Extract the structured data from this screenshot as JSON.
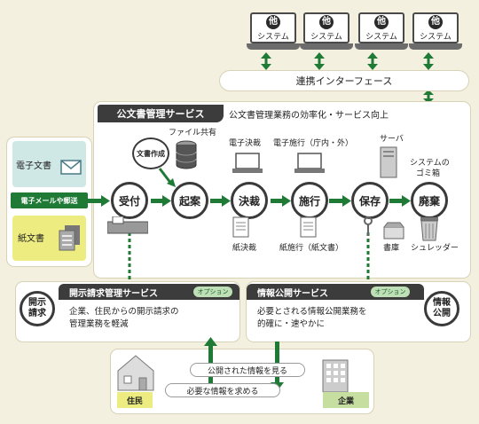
{
  "systems": [
    {
      "icon_text": "他",
      "label": "システム"
    },
    {
      "icon_text": "他",
      "label": "システム"
    },
    {
      "icon_text": "他",
      "label": "システム"
    },
    {
      "icon_text": "他",
      "label": "システム"
    }
  ],
  "interface_label": "連携インターフェース",
  "main": {
    "title": "公文書管理サービス",
    "subtitle": "公文書管理業務の効率化・サービス向上"
  },
  "inputs": {
    "electronic": "電子文書",
    "mail_route": "電子メールや郵送",
    "paper": "紙文書"
  },
  "process": {
    "steps": [
      "受付",
      "起案",
      "決裁",
      "施行",
      "保存",
      "廃棄"
    ],
    "doc_create": "文書作成",
    "file_share": "ファイル共有",
    "e_approval": "電子決裁",
    "e_enforce": "電子施行（庁内・外）",
    "server": "サーバ",
    "trash_line1": "システムの",
    "trash_line2": "ゴミ箱",
    "paper_approval": "紙決裁",
    "paper_enforce": "紙施行（紙文書）",
    "archive": "書庫",
    "shredder": "シュレッダー"
  },
  "services": {
    "disclosure_req": {
      "title": "開示請求管理サービス",
      "badge": "オプション",
      "circle": "開示\n請求",
      "desc1": "企業、住民からの開示請求の",
      "desc2": "管理業務を軽減"
    },
    "info_public": {
      "title": "情報公開サービス",
      "badge": "オプション",
      "circle": "情報\n公開",
      "desc1": "必要とされる情報公開業務を",
      "desc2": "的確に・速やかに"
    }
  },
  "bottom": {
    "published": "公開された情報を見る",
    "request": "必要な情報を求める",
    "resident": "住民",
    "company": "企業"
  },
  "colors": {
    "arrow_green": "#1f7a36",
    "dark": "#3c3c3c",
    "background": "#f4f0df"
  }
}
